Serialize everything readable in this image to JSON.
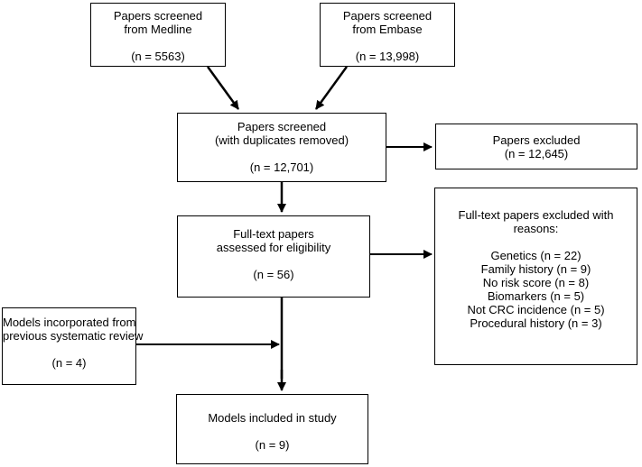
{
  "boxes": {
    "medline": {
      "line1": "Papers screened",
      "line2": "from Medline",
      "count": "(n = 5563)"
    },
    "embase": {
      "line1": "Papers screened",
      "line2": "from Embase",
      "count": "(n = 13,998)"
    },
    "screened": {
      "line1": "Papers screened",
      "line2": "(with duplicates removed)",
      "count": "(n = 12,701)"
    },
    "excluded": {
      "line1": "Papers excluded",
      "count": "(n = 12,645)"
    },
    "fulltext": {
      "line1": "Full-text papers",
      "line2": "assessed for eligibility",
      "count": "(n = 56)"
    },
    "fulltext_excluded": {
      "line1": "Full-text papers excluded with",
      "line2": "reasons:",
      "reasons": [
        "Genetics (n = 22)",
        "Family history (n = 9)",
        "No risk score (n = 8)",
        "Biomarkers (n = 5)",
        "Not CRC incidence (n = 5)",
        "Procedural history (n = 3)"
      ]
    },
    "previous_review": {
      "line1": "Models incorporated from",
      "line2": "previous systematic review",
      "count": "(n = 4)"
    },
    "included": {
      "line1": "Models included in study",
      "count": "(n = 9)"
    }
  }
}
